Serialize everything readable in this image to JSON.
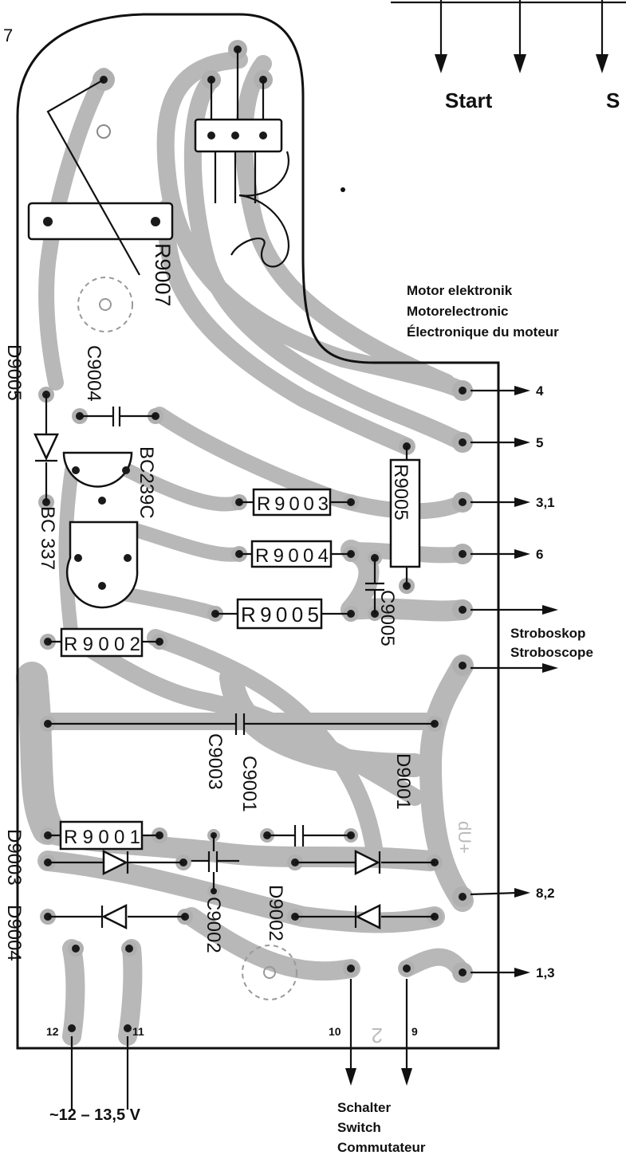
{
  "figure": {
    "fig_number": "7"
  },
  "top_labels": {
    "start": "Start",
    "second": "S"
  },
  "module_title": {
    "de": "Motor elektronik",
    "en": "Motorelectronic",
    "fr": "Électronique du moteur"
  },
  "components": {
    "r9007": "R9007",
    "d9005": "D9005",
    "c9004": "C9004",
    "bc239c": "BC239C",
    "bc337": "BC 337",
    "r9003": "R9003",
    "r9004": "R9004",
    "r9005_a": "R9005",
    "r9005_b": "R9005",
    "c9005": "C9005",
    "r9002": "R9002",
    "c9003": "C9003",
    "c9001": "C9001",
    "d9001": "D9001",
    "r9001": "R9001",
    "d9003": "D9003",
    "d9004": "D9004",
    "c9002": "C9002",
    "d9002": "D9002"
  },
  "connector_pins": {
    "p4": "4",
    "p5": "5",
    "p31": "3,1",
    "p6": "6",
    "p82": "8,2",
    "p13": "1,3",
    "p12": "12",
    "p11": "11",
    "p10": "10",
    "p9": "9"
  },
  "side_labels": {
    "strobe_de": "Stroboskop",
    "strobe_en": "Stroboscope"
  },
  "bottom_labels": {
    "voltage": "~12 – 13,5 V",
    "switch_de": "Schalter",
    "switch_en": "Switch",
    "switch_fr": "Commutateur"
  }
}
